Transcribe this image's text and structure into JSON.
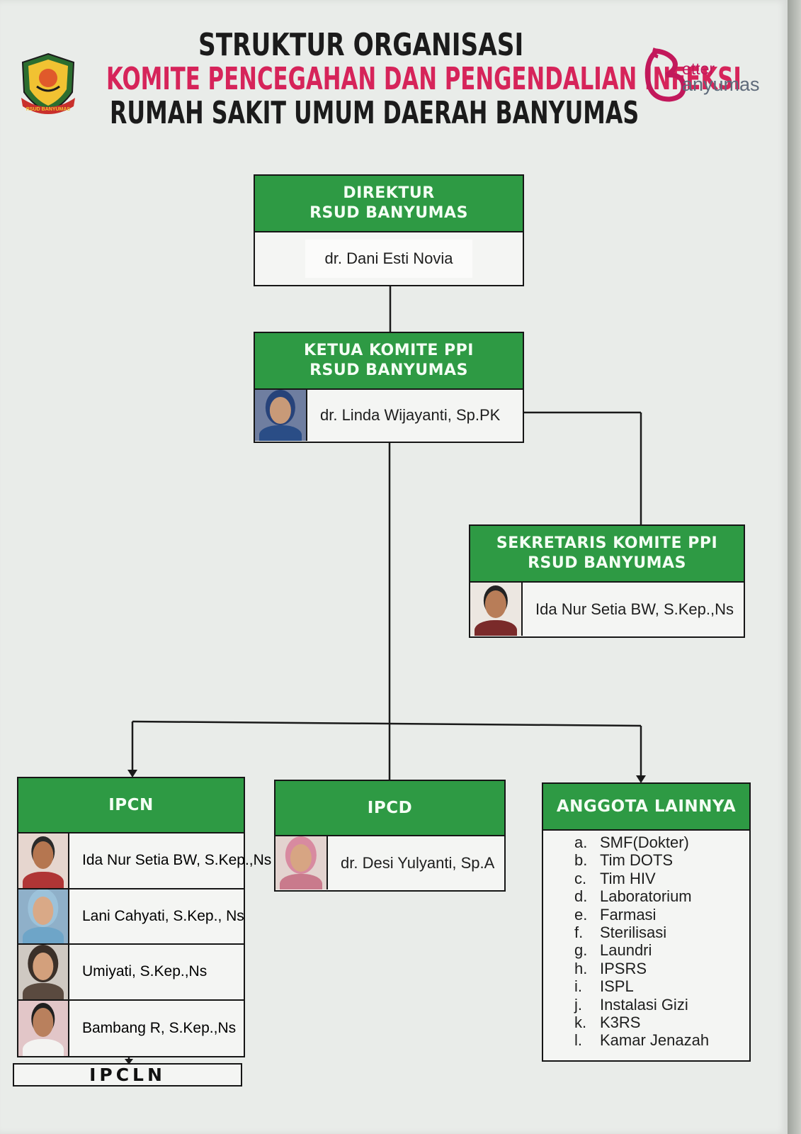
{
  "header": {
    "line1": "STRUKTUR ORGANISASI",
    "line2": "KOMITE PENCEGAHAN DAN PENGENDALIAN INFEKSI",
    "line3": "RUMAH SAKIT UMUM DAERAH BANYUMAS"
  },
  "logos": {
    "left": {
      "label": "RSUD BANYUMAS"
    },
    "right": {
      "word1": "etter",
      "word2": "anyumas"
    }
  },
  "direktur": {
    "title_1": "DIREKTUR",
    "title_2": "RSUD BANYUMAS",
    "name": "dr. Dani Esti Novia"
  },
  "ketua": {
    "title_1": "KETUA KOMITE PPI",
    "title_2": "RSUD BANYUMAS",
    "name": "dr. Linda Wijayanti, Sp.PK"
  },
  "sekretaris": {
    "title_1": "SEKRETARIS KOMITE PPI",
    "title_2": "RSUD BANYUMAS",
    "name": "Ida Nur Setia BW, S.Kep.,Ns"
  },
  "ipcn": {
    "title": "IPCN",
    "members": [
      {
        "name": "Ida Nur Setia BW, S.Kep.,Ns"
      },
      {
        "name": "Lani Cahyati, S.Kep., Ns"
      },
      {
        "name": "Umiyati, S.Kep.,Ns"
      },
      {
        "name": "Bambang R, S.Kep.,Ns"
      }
    ]
  },
  "ipcln": {
    "title": "IPCLN"
  },
  "ipcd": {
    "title": "IPCD",
    "name": "dr. Desi Yulyanti, Sp.A"
  },
  "anggota": {
    "title": "ANGGOTA LAINNYA",
    "items": [
      {
        "letter": "a.",
        "text": "SMF(Dokter)"
      },
      {
        "letter": "b.",
        "text": "Tim DOTS"
      },
      {
        "letter": "c.",
        "text": "Tim HIV"
      },
      {
        "letter": "d.",
        "text": "Laboratorium"
      },
      {
        "letter": "e.",
        "text": "Farmasi"
      },
      {
        "letter": "f.",
        "text": "Sterilisasi"
      },
      {
        "letter": "g.",
        "text": "Laundri"
      },
      {
        "letter": "h.",
        "text": "IPSRS"
      },
      {
        "letter": "i.",
        "text": "ISPL"
      },
      {
        "letter": "j.",
        "text": "Instalasi Gizi"
      },
      {
        "letter": "k.",
        "text": "K3RS"
      },
      {
        "letter": "l.",
        "text": "Kamar Jenazah"
      }
    ]
  },
  "colors": {
    "header_green": "#2e9a44",
    "title_pink": "#d6245a",
    "ink": "#1b1b1b"
  }
}
